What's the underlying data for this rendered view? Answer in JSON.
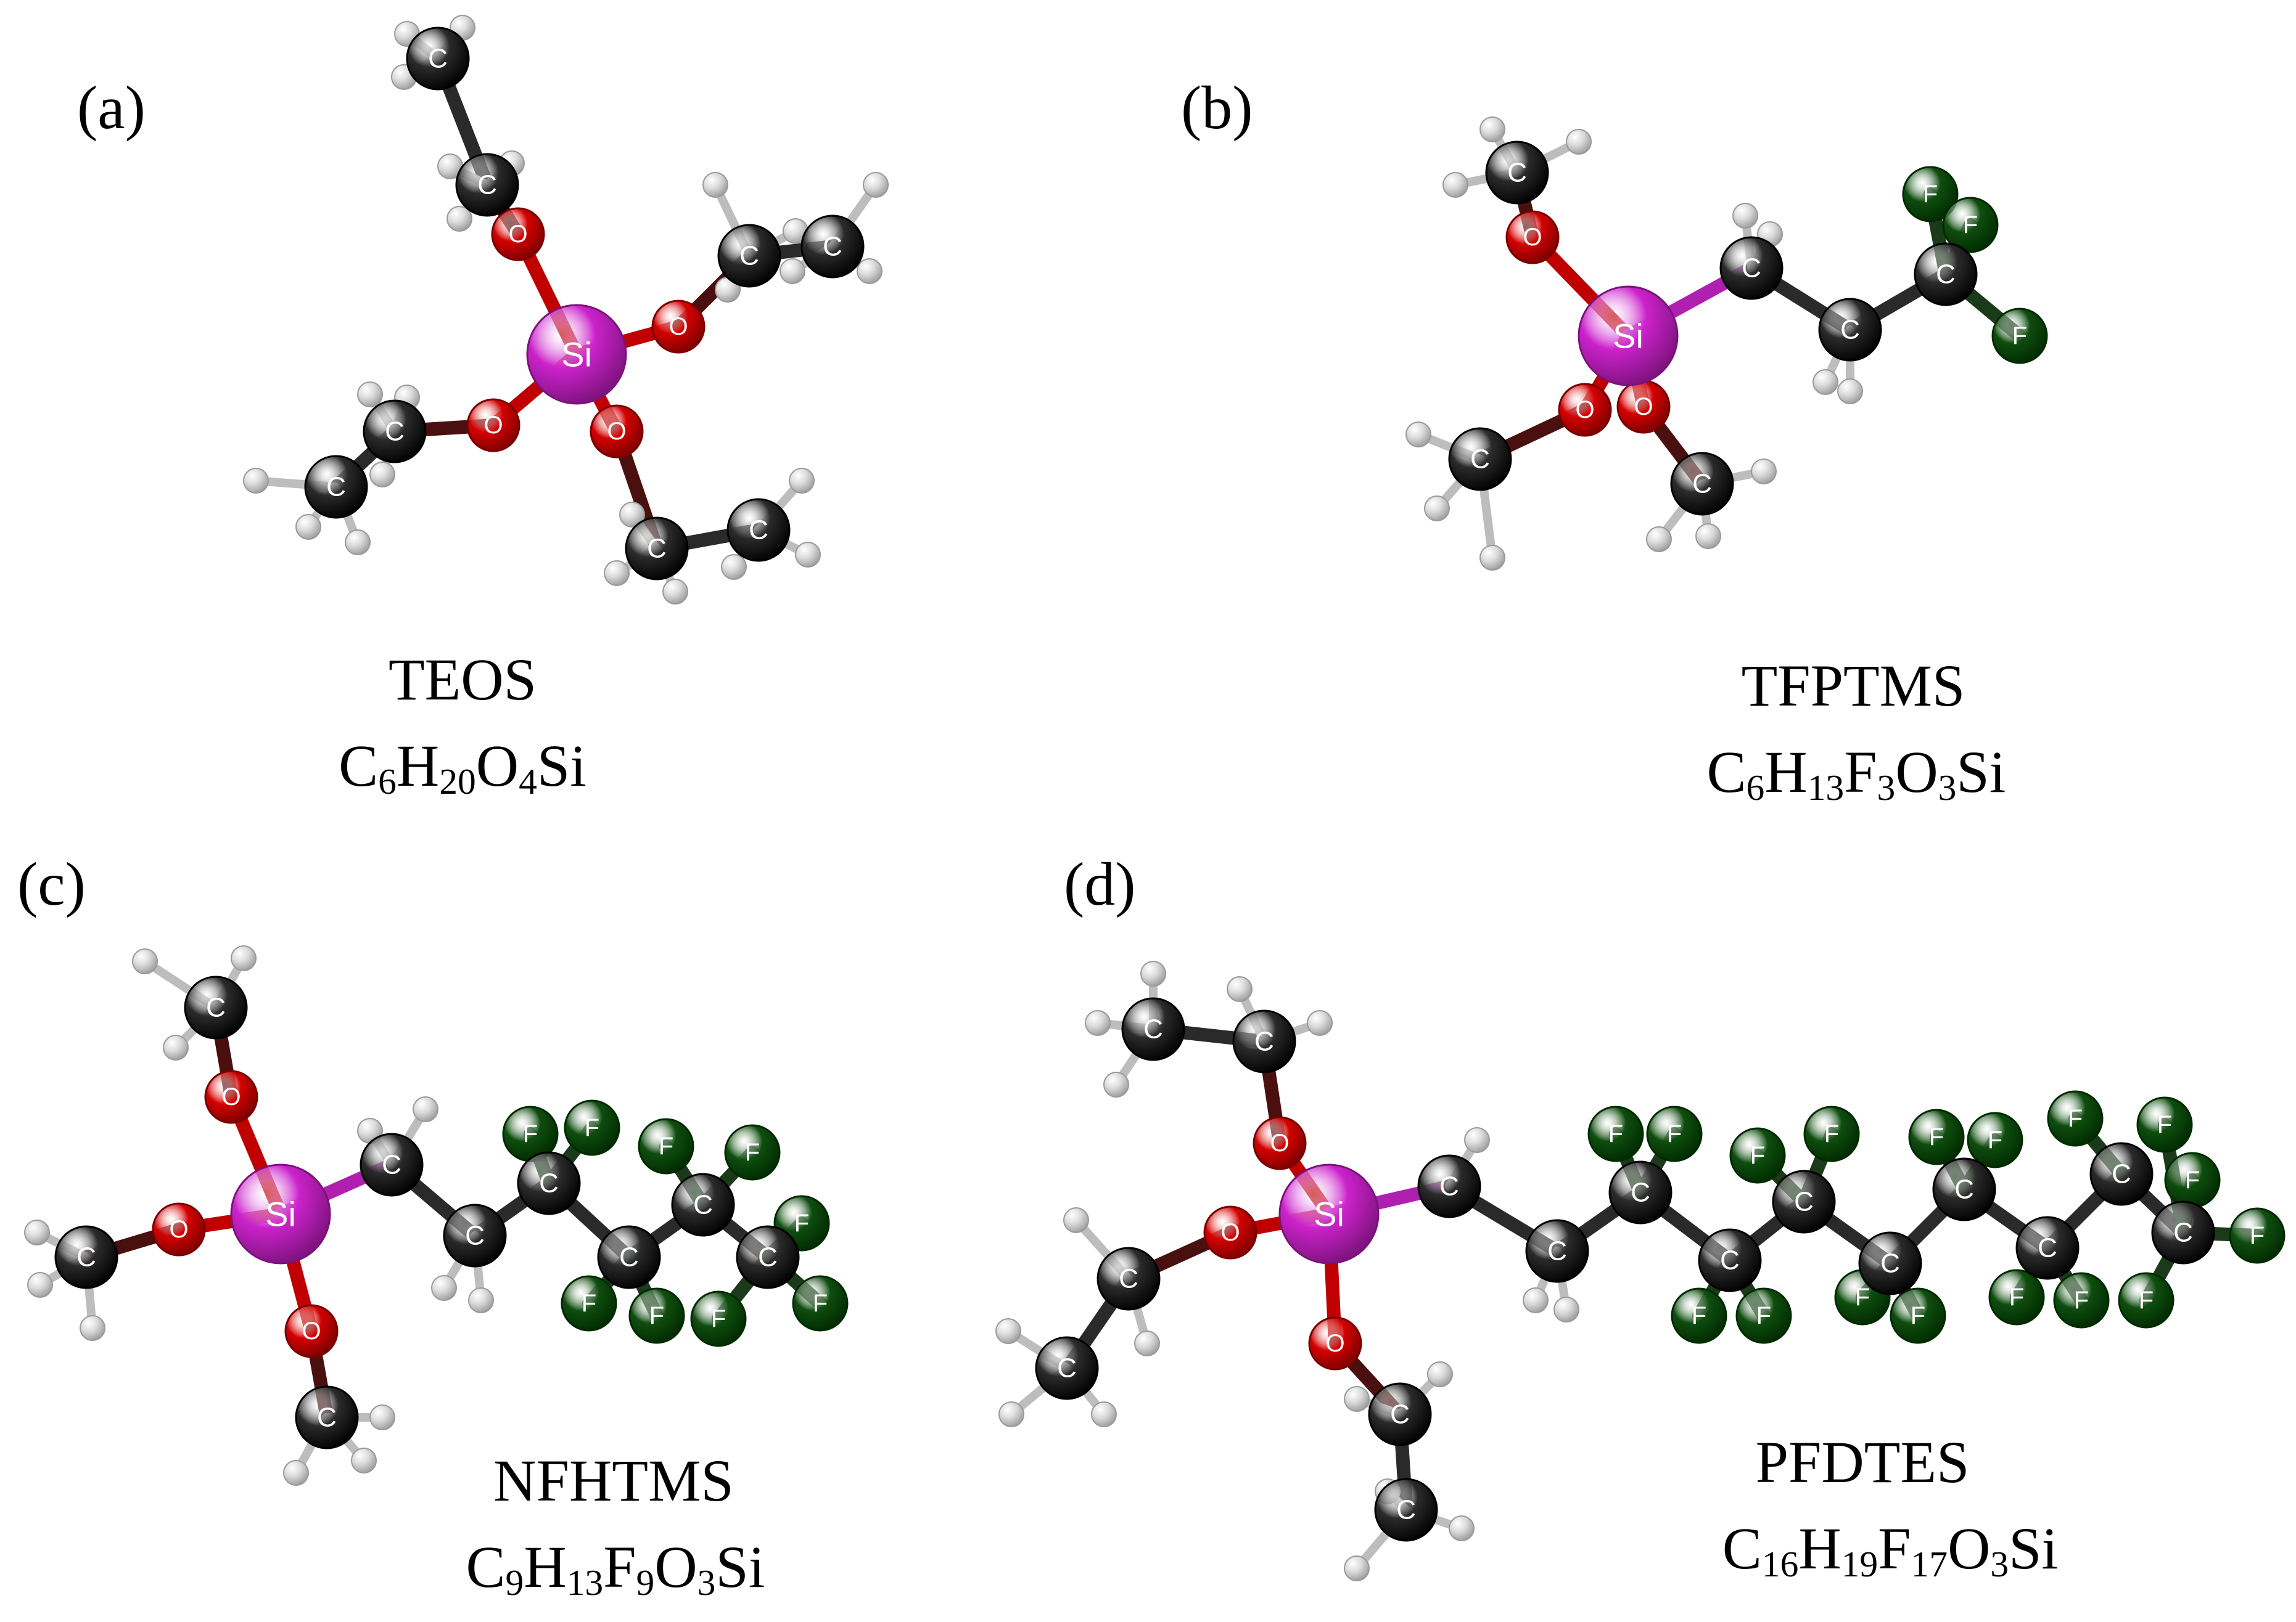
{
  "colors": {
    "background": "#ffffff",
    "carbon": "#2b2b2b",
    "hydrogen": "#dcdcdc",
    "oxygen": "#d40000",
    "silicon": "#cc22cc",
    "fluorine": "#0f4d0f",
    "atom_label": "#ffffff"
  },
  "atom_symbols": {
    "C": "C",
    "H": "",
    "O": "O",
    "Si": "Si",
    "F": "F"
  },
  "panels": [
    {
      "label": "(a)",
      "name": "TEOS",
      "formula": [
        {
          "t": "C"
        },
        {
          "t": "6",
          "sub": true
        },
        {
          "t": "H"
        },
        {
          "t": "20",
          "sub": true
        },
        {
          "t": "O"
        },
        {
          "t": "4",
          "sub": true
        },
        {
          "t": "Si"
        }
      ]
    },
    {
      "label": "(b)",
      "name": "TFPTMS",
      "formula": [
        {
          "t": "C"
        },
        {
          "t": "6",
          "sub": true
        },
        {
          "t": "H"
        },
        {
          "t": "13",
          "sub": true
        },
        {
          "t": "F"
        },
        {
          "t": "3",
          "sub": true
        },
        {
          "t": "O"
        },
        {
          "t": "3",
          "sub": true
        },
        {
          "t": "Si"
        }
      ]
    },
    {
      "label": "(c)",
      "name": "NFHTMS",
      "formula": [
        {
          "t": "C"
        },
        {
          "t": "9",
          "sub": true
        },
        {
          "t": "H"
        },
        {
          "t": "13",
          "sub": true
        },
        {
          "t": "F"
        },
        {
          "t": "9",
          "sub": true
        },
        {
          "t": "O"
        },
        {
          "t": "3",
          "sub": true
        },
        {
          "t": "Si"
        }
      ]
    },
    {
      "label": "(d)",
      "name": "PFDTES",
      "formula": [
        {
          "t": "C"
        },
        {
          "t": "16",
          "sub": true
        },
        {
          "t": "H"
        },
        {
          "t": "19",
          "sub": true
        },
        {
          "t": "F"
        },
        {
          "t": "17",
          "sub": true
        },
        {
          "t": "O"
        },
        {
          "t": "3",
          "sub": true
        },
        {
          "t": "Si"
        }
      ]
    }
  ]
}
